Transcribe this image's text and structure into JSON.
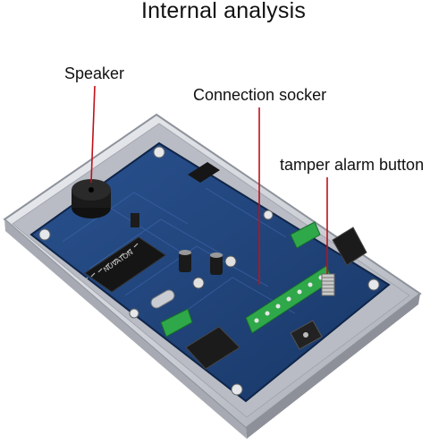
{
  "title": "Internal analysis",
  "callouts": {
    "speaker": "Speaker",
    "connection": "Connection socker",
    "tamper": "tamper alarm button"
  },
  "board_marks": {
    "chip": "NUVATON"
  },
  "colors": {
    "callout_line": "#c0101a",
    "pcb": "#1d3f78",
    "terminal": "#2fa84a",
    "housing": "#d9dbe0"
  }
}
